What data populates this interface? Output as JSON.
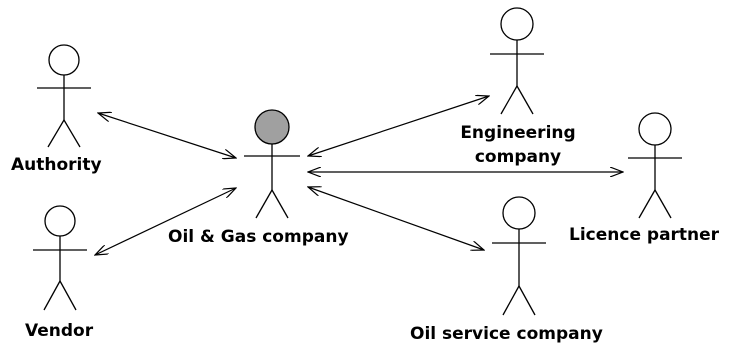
{
  "diagram": {
    "actors": [
      {
        "id": "authority",
        "name": "Authority",
        "head_color": "#ffffff"
      },
      {
        "id": "vendor",
        "name": "Vendor",
        "head_color": "#ffffff"
      },
      {
        "id": "oil_gas",
        "name": "Oil & Gas company",
        "head_color": "#a0a0a0"
      },
      {
        "id": "engineering",
        "name_line1": "Engineering",
        "name_line2": "company",
        "head_color": "#ffffff"
      },
      {
        "id": "licence",
        "name": "Licence partner",
        "head_color": "#ffffff"
      },
      {
        "id": "oil_service",
        "name": "Oil service company",
        "head_color": "#ffffff"
      }
    ],
    "relations": [
      {
        "from": "oil_gas",
        "to": "authority",
        "type": "bidirectional"
      },
      {
        "from": "oil_gas",
        "to": "vendor",
        "type": "bidirectional"
      },
      {
        "from": "oil_gas",
        "to": "engineering",
        "type": "bidirectional"
      },
      {
        "from": "oil_gas",
        "to": "licence",
        "type": "bidirectional"
      },
      {
        "from": "oil_gas",
        "to": "oil_service",
        "type": "bidirectional"
      }
    ]
  }
}
